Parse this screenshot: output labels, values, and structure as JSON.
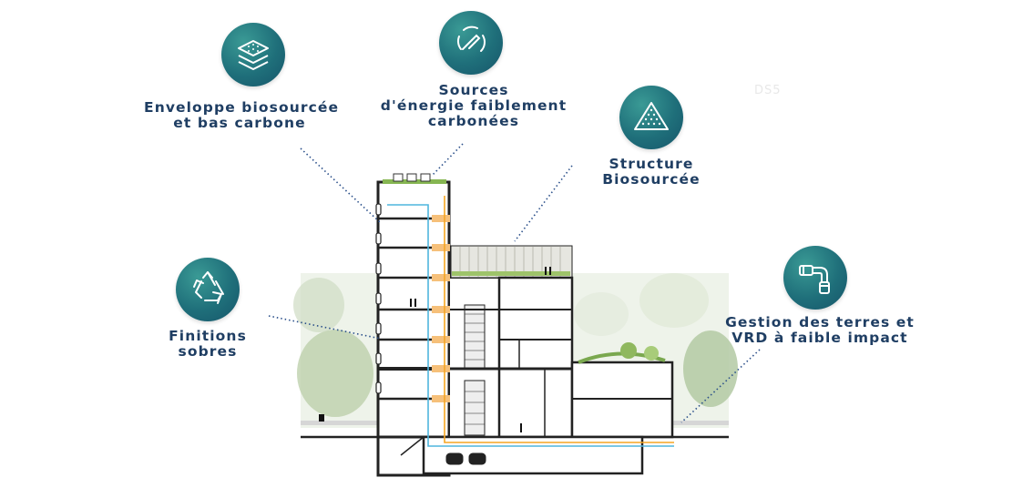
{
  "features": [
    {
      "id": "enveloppe",
      "lines": [
        "Enveloppe biosourcée",
        "et bas carbone"
      ],
      "icon": "layers-icon"
    },
    {
      "id": "sources",
      "lines": [
        "Sources",
        "d'énergie faiblement",
        "carbonées"
      ],
      "icon": "energy-plug-icon"
    },
    {
      "id": "structure",
      "lines": [
        "Structure",
        "Biosourcée"
      ],
      "icon": "pyramid-icon"
    },
    {
      "id": "finitions",
      "lines": [
        "Finitions",
        "sobres"
      ],
      "icon": "recycle-icon"
    },
    {
      "id": "gestion",
      "lines": [
        "Gestion des terres et",
        "VRD à faible impact"
      ],
      "icon": "pipe-icon"
    }
  ],
  "colors": {
    "badge": "#1f6f7a",
    "label": "#1f3e63",
    "leader": "#2a4f8a",
    "orange": "#f5a623",
    "blue": "#4fb6de"
  },
  "watermark": "DS5"
}
